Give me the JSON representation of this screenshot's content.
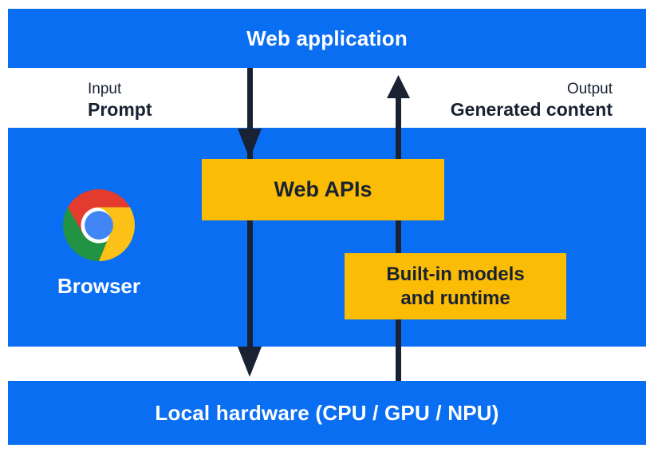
{
  "colors": {
    "panel_blue": "#0a6ef3",
    "box_yellow": "#fbbc05",
    "dark_navy": "#182233",
    "white": "#ffffff",
    "chrome_red": "#e33b2e",
    "chrome_yellow": "#fbc116",
    "chrome_green": "#229342",
    "chrome_blue": "#4285f4"
  },
  "top_bar": {
    "label": "Web application"
  },
  "io_labels": {
    "input_title": "Input",
    "input_value": "Prompt",
    "output_title": "Output",
    "output_value": "Generated content"
  },
  "browser_panel": {
    "browser_label": "Browser",
    "web_apis_label": "Web APIs",
    "builtin_line1": "Built-in models",
    "builtin_line2": "and runtime"
  },
  "bottom_bar": {
    "label": "Local hardware (CPU / GPU / NPU)"
  }
}
